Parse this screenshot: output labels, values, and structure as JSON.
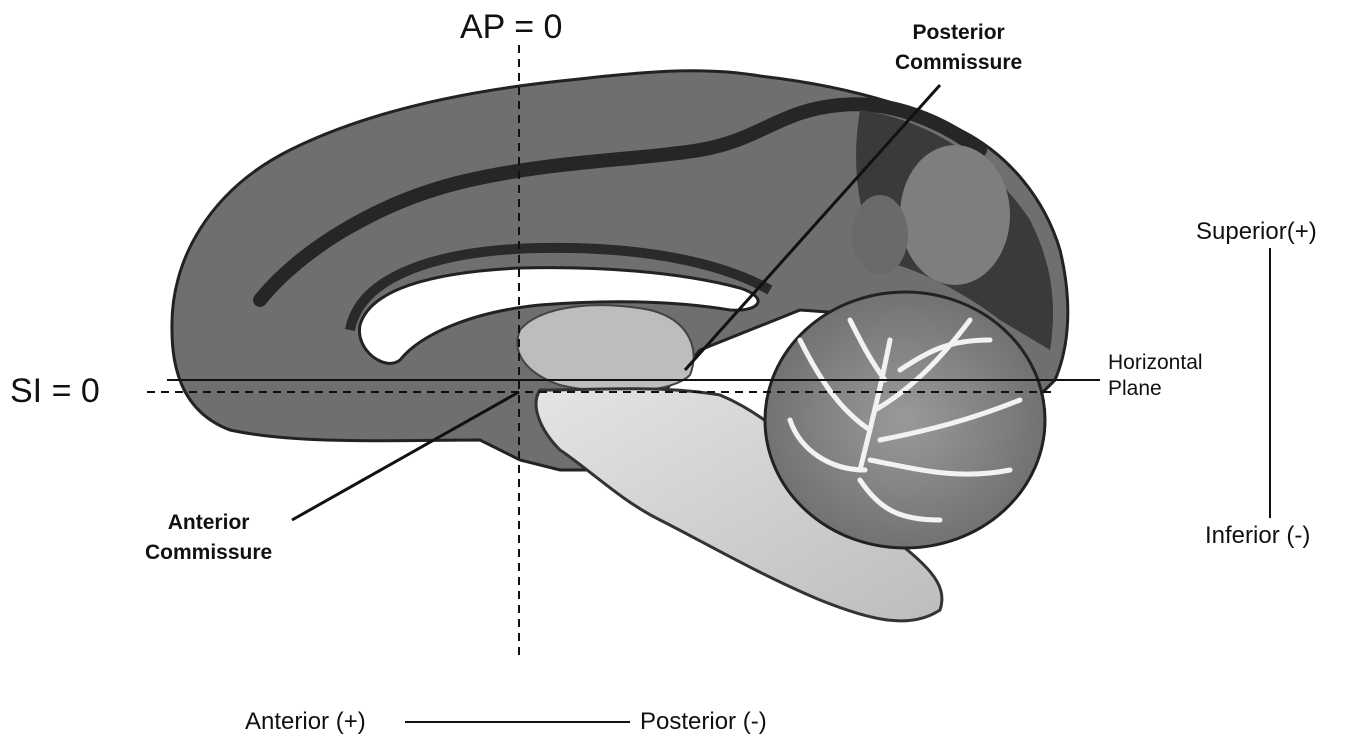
{
  "labels": {
    "ap_zero": "AP = 0",
    "si_zero": "SI = 0",
    "posterior_commissure": [
      "Posterior",
      "Commissure"
    ],
    "anterior_commissure": [
      "Anterior",
      "Commissure"
    ],
    "horizontal_plane": [
      "Horizontal",
      "Plane"
    ],
    "superior": "Superior(+)",
    "inferior": "Inferior (-)",
    "anterior": "Anterior (+)",
    "posterior": "Posterior (-)"
  },
  "colors": {
    "background": "#ffffff",
    "outer_cortex": "#6f6f6f",
    "white_matter": "#2e2e2e",
    "ventricle": "#ffffff",
    "cerebellum_gray": "#8a8a8a",
    "cerebellum_white": "#f2f2f2",
    "brainstem": "#d8d8d8",
    "text": "#111111"
  }
}
